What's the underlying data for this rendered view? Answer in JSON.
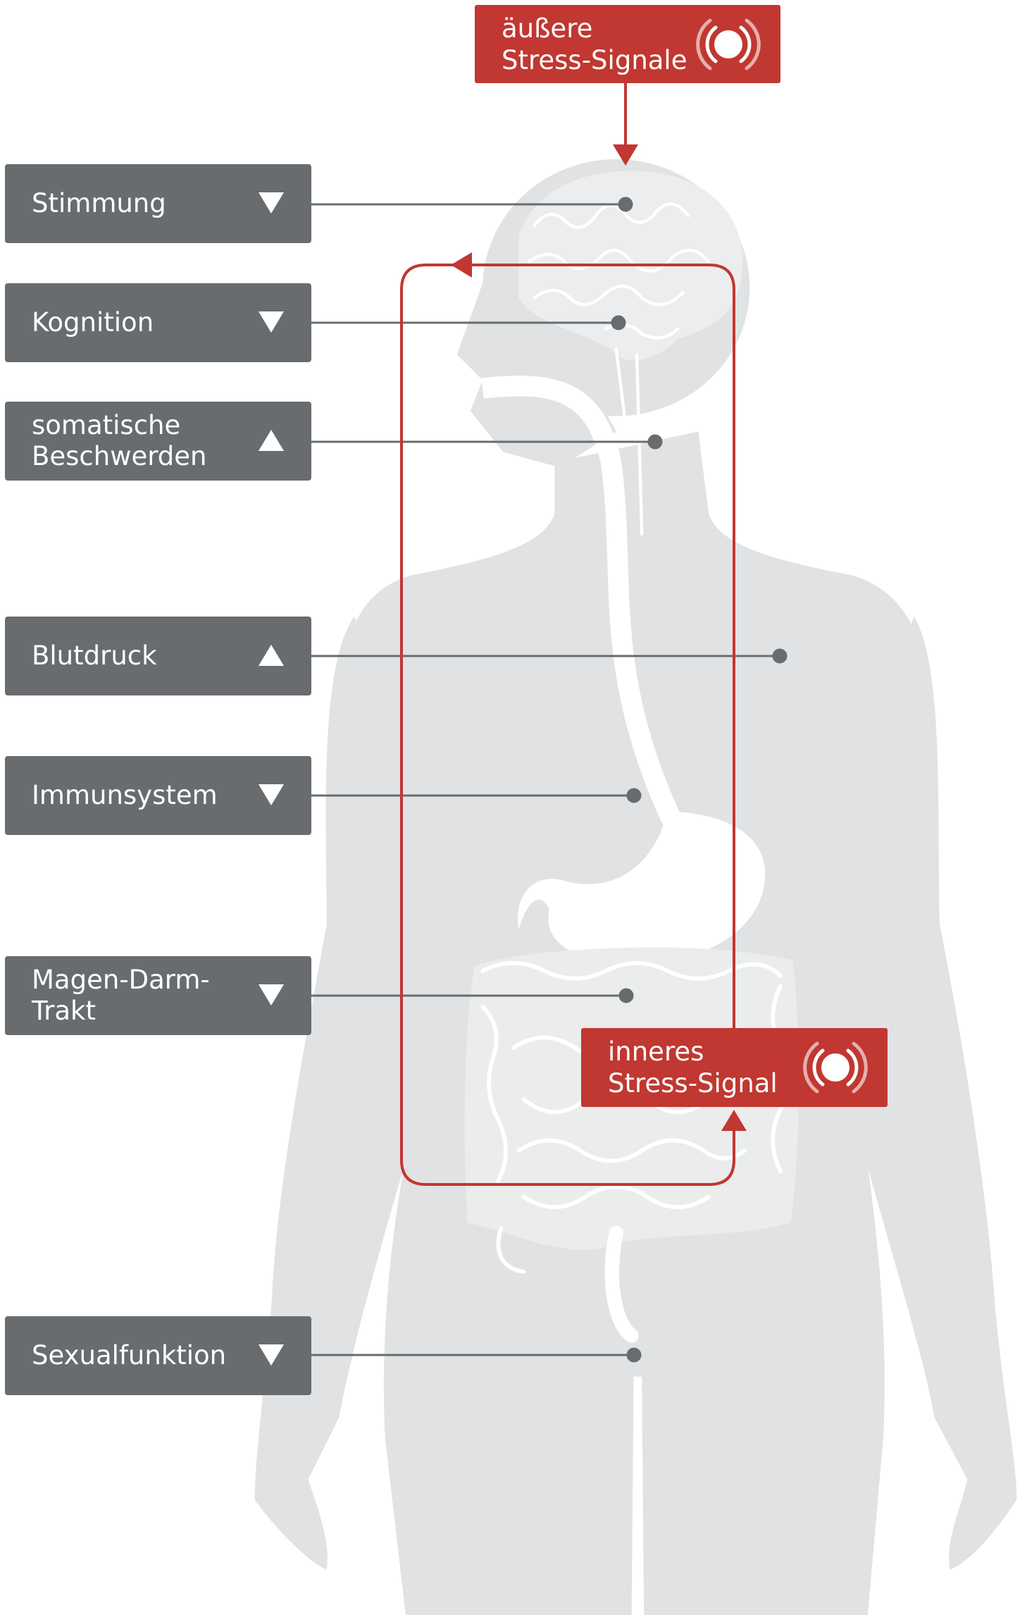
{
  "colors": {
    "symptom_box": "#686c6f",
    "signal": "#c13731",
    "body": "#e1e2e3",
    "connector": "#686c6f"
  },
  "signals": {
    "external": {
      "label": "äußere\nStress-Signale",
      "icon": "signal-broadcast-icon"
    },
    "internal": {
      "label": "inneres\nStress-Signal",
      "icon": "signal-broadcast-icon"
    }
  },
  "symptoms": [
    {
      "label": "Stimmung",
      "direction": "down"
    },
    {
      "label": "Kognition",
      "direction": "down"
    },
    {
      "label": "somatische\nBeschwerden",
      "direction": "up"
    },
    {
      "label": "Blutdruck",
      "direction": "up"
    },
    {
      "label": "Immunsystem",
      "direction": "down"
    },
    {
      "label": "Magen-Darm-\nTrakt",
      "direction": "down"
    },
    {
      "label": "Sexualfunktion",
      "direction": "down"
    }
  ]
}
